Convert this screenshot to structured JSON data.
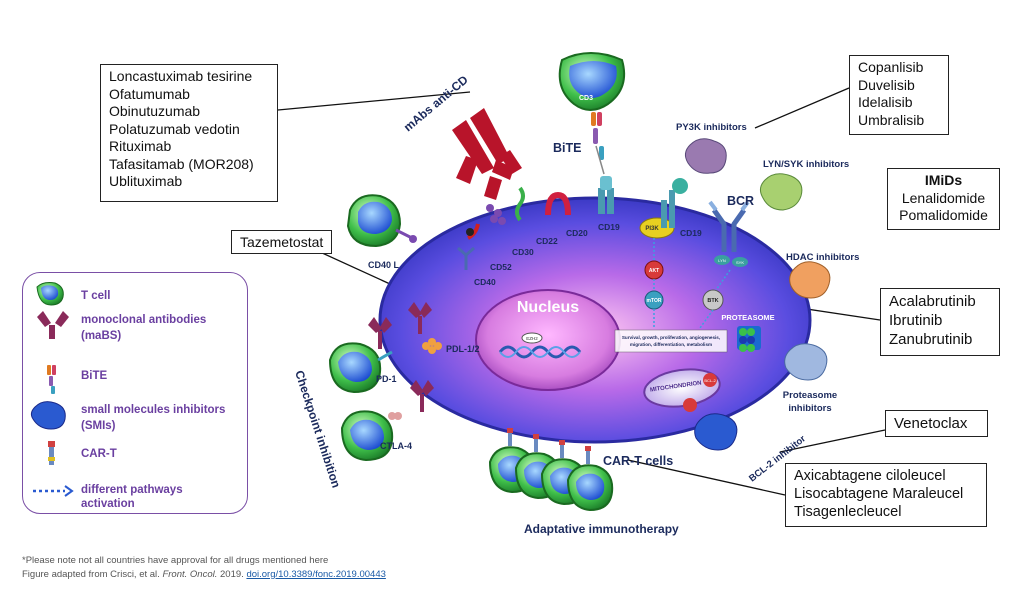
{
  "mabs_box": {
    "items": [
      "Loncastuximab tesirine",
      "Ofatumumab",
      "Obinutuzumab",
      "Polatuzumab vedotin",
      "Rituximab",
      "Tafasitamab (MOR208)",
      "Ublituximab"
    ]
  },
  "pi3k_box": {
    "items": [
      "Copanlisib",
      "Duvelisib",
      "Idelalisib",
      "Umbralisib"
    ]
  },
  "imids_box": {
    "title": "IMiDs",
    "items": [
      "Lenalidomide",
      "Pomalidomide"
    ]
  },
  "taze_box": {
    "items": [
      "Tazemetostat"
    ]
  },
  "btk_box": {
    "items": [
      "Acalabrutinib",
      "Ibrutinib",
      "Zanubrutinib"
    ]
  },
  "bcl2_box": {
    "items": [
      "Venetoclax"
    ]
  },
  "cart_box": {
    "items": [
      "Axicabtagene ciloleucel",
      "Lisocabtagene Maraleucel",
      "Tisagenlecleucel"
    ]
  },
  "labels": {
    "mabs_anti_cd": "mAbs anti-CD",
    "bite": "BiTE",
    "cd3": "CD3",
    "cd19_left": "CD19",
    "cd19_right": "CD19",
    "cd20": "CD20",
    "cd22": "CD22",
    "cd30": "CD30",
    "cd52": "CD52",
    "cd40": "CD40",
    "cd40l": "CD40 L",
    "pdl12": "PDL-1/2",
    "pd1": "PD-1",
    "ctla4": "CTLA-4",
    "checkpoint": "Checkpoint inhibition",
    "nucleus": "Nucleus",
    "py3k_inhibitors": "PY3K inhibitors",
    "lyn_syk": "LYN/SYK inhibitors",
    "bcr": "BCR",
    "hdac": "HDAC inhibitors",
    "proteasome": "PROTEASOME",
    "proteasome_inhibitors_1": "Proteasome",
    "proteasome_inhibitors_2": "inhibitors",
    "bcl2_inhibitor": "BCL-2 inhibitor",
    "cart_cells": "CAR-T cells",
    "adaptative": "Adaptative immunotherapy",
    "mitochondrion": "MITOCHONDRION",
    "akt": "AKT",
    "mtor": "mTOR",
    "btk": "BTK",
    "pi3k_node": "PI3K",
    "lyn": "LYN",
    "syk": "SYK",
    "bcl2_small": "BCL-2",
    "ezh2": "EZH2",
    "survival_line1": "Survival, growth, proliferation, angiogenesis,",
    "survival_line2": "migration, differentiation, metabolism"
  },
  "legend": {
    "items": [
      "T cell",
      "monoclonal antibodies",
      "(maBS)",
      "BiTE",
      "small molecules inhibitors",
      "(SMIs)",
      "CAR-T",
      "different pathways",
      "activation"
    ]
  },
  "footnote": {
    "line1": "*Please note not all countries have approval for all drugs mentioned here",
    "line2_prefix": "Figure adapted from Crisci, et al. ",
    "line2_journal": "Front. Oncol.",
    "line2_year": " 2019. ",
    "line2_doi": "doi.org/10.3389/fonc.2019.00443"
  },
  "colors": {
    "cell_blue": "#3a3fd0",
    "nucleus_pink": "#e9a6e6",
    "legend_purple": "#6a3fa0",
    "antibody_red": "#b8142a"
  }
}
